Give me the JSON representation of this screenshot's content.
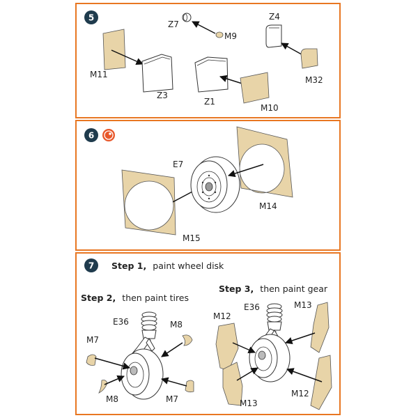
{
  "colors": {
    "frame": "#e87722",
    "badge": "#1f3b4d",
    "mask": "#e8d4a8",
    "paint_icon": "#e8572a"
  },
  "steps": {
    "s5": {
      "number": "5"
    },
    "s6": {
      "number": "6",
      "paint_icon": "paint-palette-icon"
    },
    "s7": {
      "number": "7"
    }
  },
  "labels5": {
    "m11": "M11",
    "z3": "Z3",
    "z7": "Z7",
    "m9": "M9",
    "z1": "Z1",
    "m10": "M10",
    "z4": "Z4",
    "m32": "M32"
  },
  "labels6": {
    "e7": "E7",
    "m14": "M14",
    "m15": "M15"
  },
  "labels7": {
    "step1_bold": "Step 1,",
    "step1_rest": "paint wheel disk",
    "step2_bold": "Step 2,",
    "step2_rest": "then paint tires",
    "step3_bold": "Step 3,",
    "step3_rest": "then paint gear",
    "e36a": "E36",
    "m8a": "M8",
    "m7a": "M7",
    "m8b": "M8",
    "m7b": "M7",
    "m12a": "M12",
    "e36b": "E36",
    "m13a": "M13",
    "m13b": "M13",
    "m12b": "M12"
  }
}
